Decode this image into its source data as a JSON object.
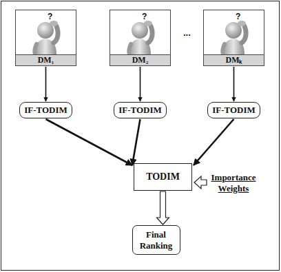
{
  "diagram": {
    "nodes": [
      {
        "text": [
          "DM₁"
        ]
      },
      {
        "text": [
          "DM₂"
        ]
      },
      {
        "text": [
          "DMₖ"
        ]
      },
      {
        "text": [
          "IF-TODIM"
        ]
      },
      {
        "text": [
          "IF-TODIM"
        ]
      },
      {
        "text": [
          "IF-TODIM"
        ]
      },
      {
        "text": [
          "TODIM"
        ]
      },
      {
        "text": [
          "Final Ranking"
        ]
      }
    ],
    "edges": [
      {
        "from": 0,
        "to": 3,
        "arrow": "to"
      },
      {
        "from": 1,
        "to": 4,
        "arrow": "to"
      },
      {
        "from": 2,
        "to": 5,
        "arrow": "to"
      },
      {
        "from": 3,
        "to": 6,
        "arrow": "to"
      },
      {
        "from": 4,
        "to": 6,
        "arrow": "to"
      },
      {
        "from": 5,
        "to": 6,
        "arrow": "to"
      },
      {
        "from": 6,
        "to": 7,
        "arrow": "to"
      }
    ],
    "labels": [
      "?",
      "?",
      "?",
      "...",
      "Importance Weights"
    ]
  }
}
